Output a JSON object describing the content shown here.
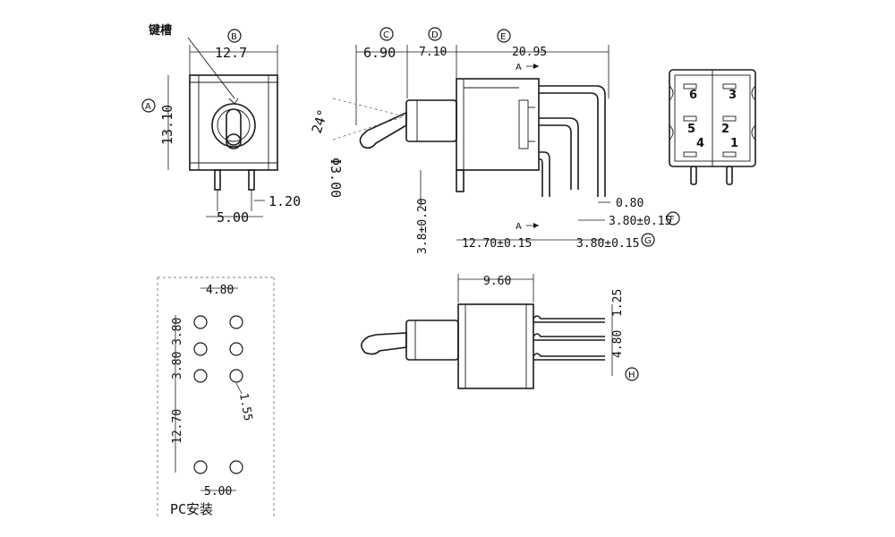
{
  "front_view": {
    "keyway_label": "键槽",
    "width_value": "12.7",
    "height_value": "13.10",
    "pitch_value": "5.00",
    "pin_width_value": "1.20",
    "marker_a": "A",
    "marker_b": "B"
  },
  "side_view": {
    "marker_c": "C",
    "marker_d": "D",
    "marker_e": "E",
    "marker_f": "F",
    "marker_g": "G",
    "dim_c_value": "6.90",
    "dim_d_value": "7.10",
    "dim_e_value": "20.95",
    "angle_value": "24°",
    "diameter_value": "Φ3.00",
    "section_a_top": "A",
    "section_a_bottom": "A",
    "tail_value": "0.80",
    "dim_f_value": "3.80±0.15",
    "dim_g_value": "3.80±0.15",
    "base_pitch_value": "12.70±0.15",
    "pin_length_value": "3.8±0.20"
  },
  "end_view": {
    "pins": [
      "6",
      "3",
      "5",
      "2",
      "4",
      "1"
    ]
  },
  "pcb_layout": {
    "top_spacing_value": "4.80",
    "row_pitch_upper": "3.80",
    "row_pitch_lower": "3.80",
    "hole_diameter_value": "1.55",
    "gap_value": "12.70",
    "bottom_spacing_value": "5.00",
    "caption": "PC安装"
  },
  "bottom_view": {
    "width_value": "9.60",
    "pin_spacing_value": "1.25",
    "lead_spacing_value": "4.80",
    "marker_h": "H"
  }
}
